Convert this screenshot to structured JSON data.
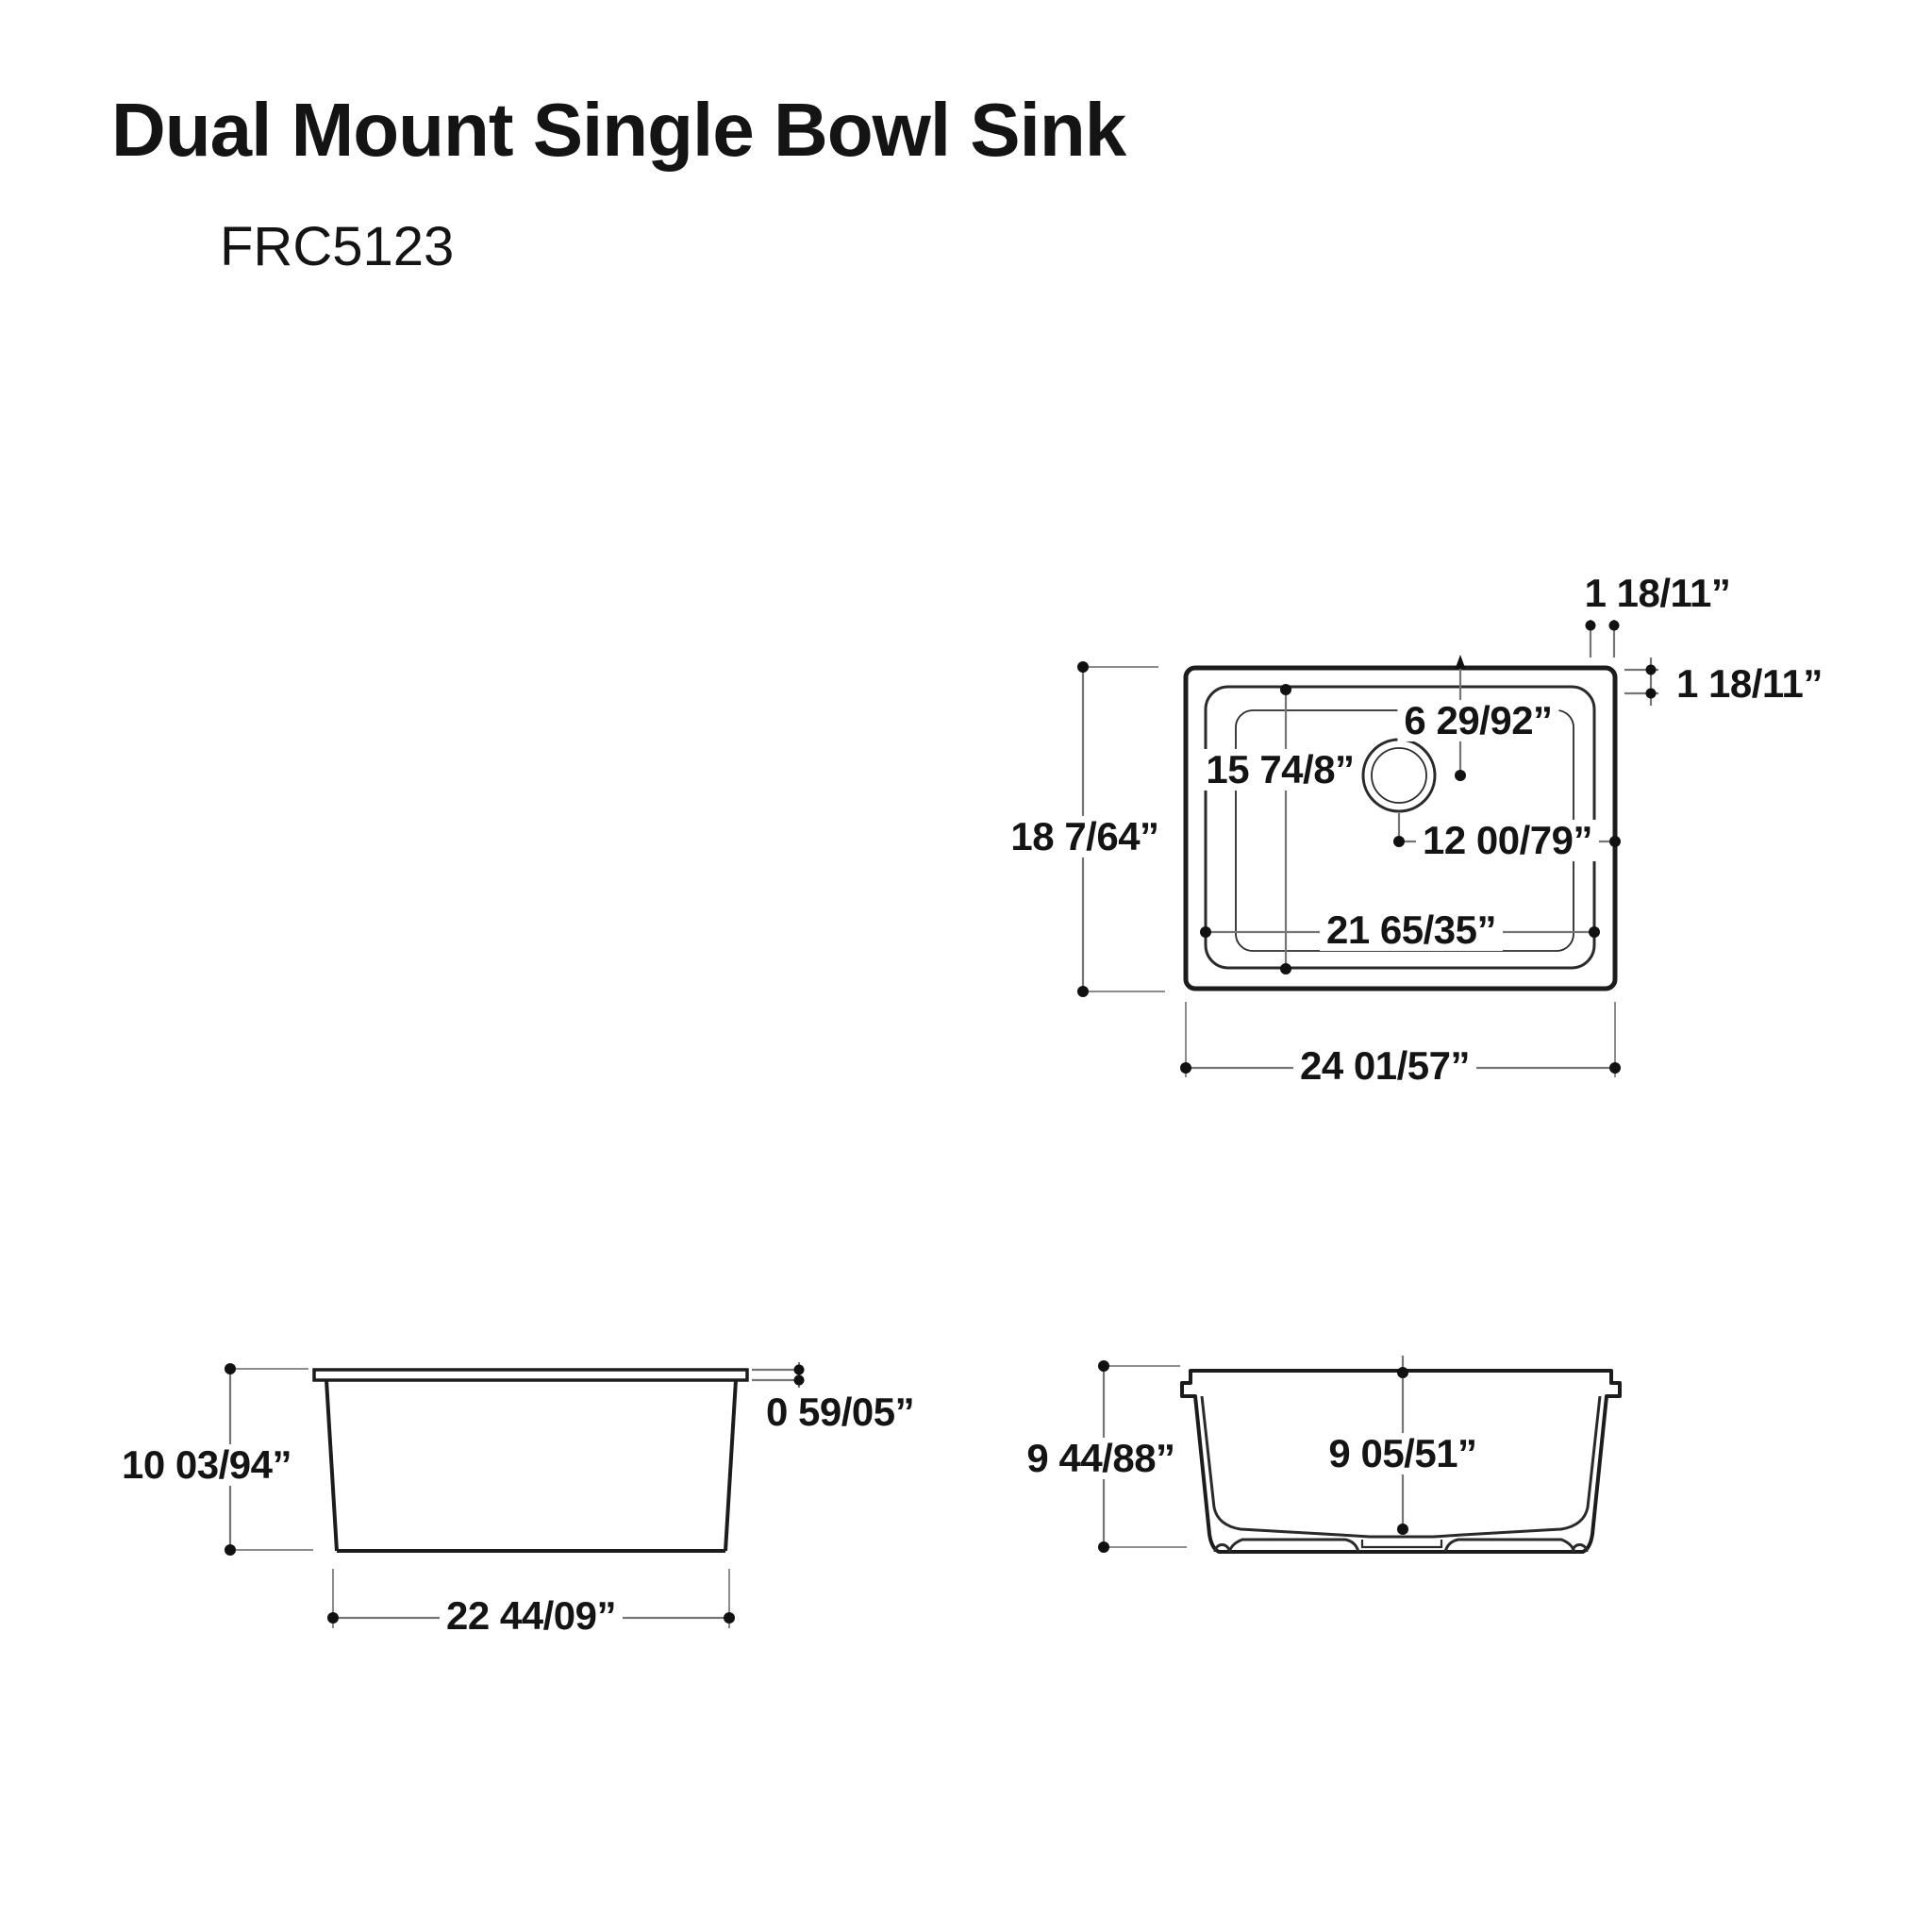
{
  "page": {
    "title": "Dual Mount Single Bowl Sink",
    "subtitle": "FRC5123",
    "colors": {
      "background": "#ffffff",
      "outline": "#1c1c1c",
      "dimension_lines": "#757575",
      "text": "#141414"
    }
  },
  "top_view": {
    "dims": {
      "lip_width_top": "1 18/11”",
      "lip_width_right": "1 18/11”",
      "drain_offset_from_top": "6 29/92”",
      "bowl_front_to_back": "15 74/8”",
      "drain_to_right_edge": "12 00/79”",
      "bowl_width": "21 65/35”",
      "overall_front_to_back": "18 7/64”",
      "overall_width": "24 01/57”"
    }
  },
  "front_view": {
    "dims": {
      "overall_height": "10 03/94”",
      "rim_thickness": "0 59/05”",
      "base_width": "22 44/09”"
    }
  },
  "side_view": {
    "dims": {
      "overall_height": "9 44/88”",
      "interior_bowl_depth": "9 05/51”"
    }
  }
}
